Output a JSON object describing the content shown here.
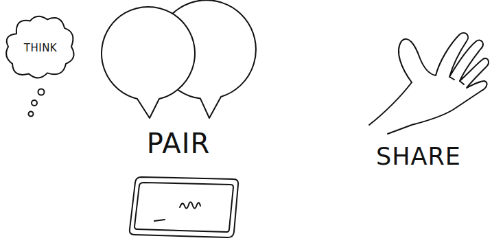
{
  "diagram": {
    "nodes": [
      {
        "text": [
          "THINK"
        ]
      }
    ],
    "labels": [
      "PAIR",
      "SHARE"
    ]
  }
}
